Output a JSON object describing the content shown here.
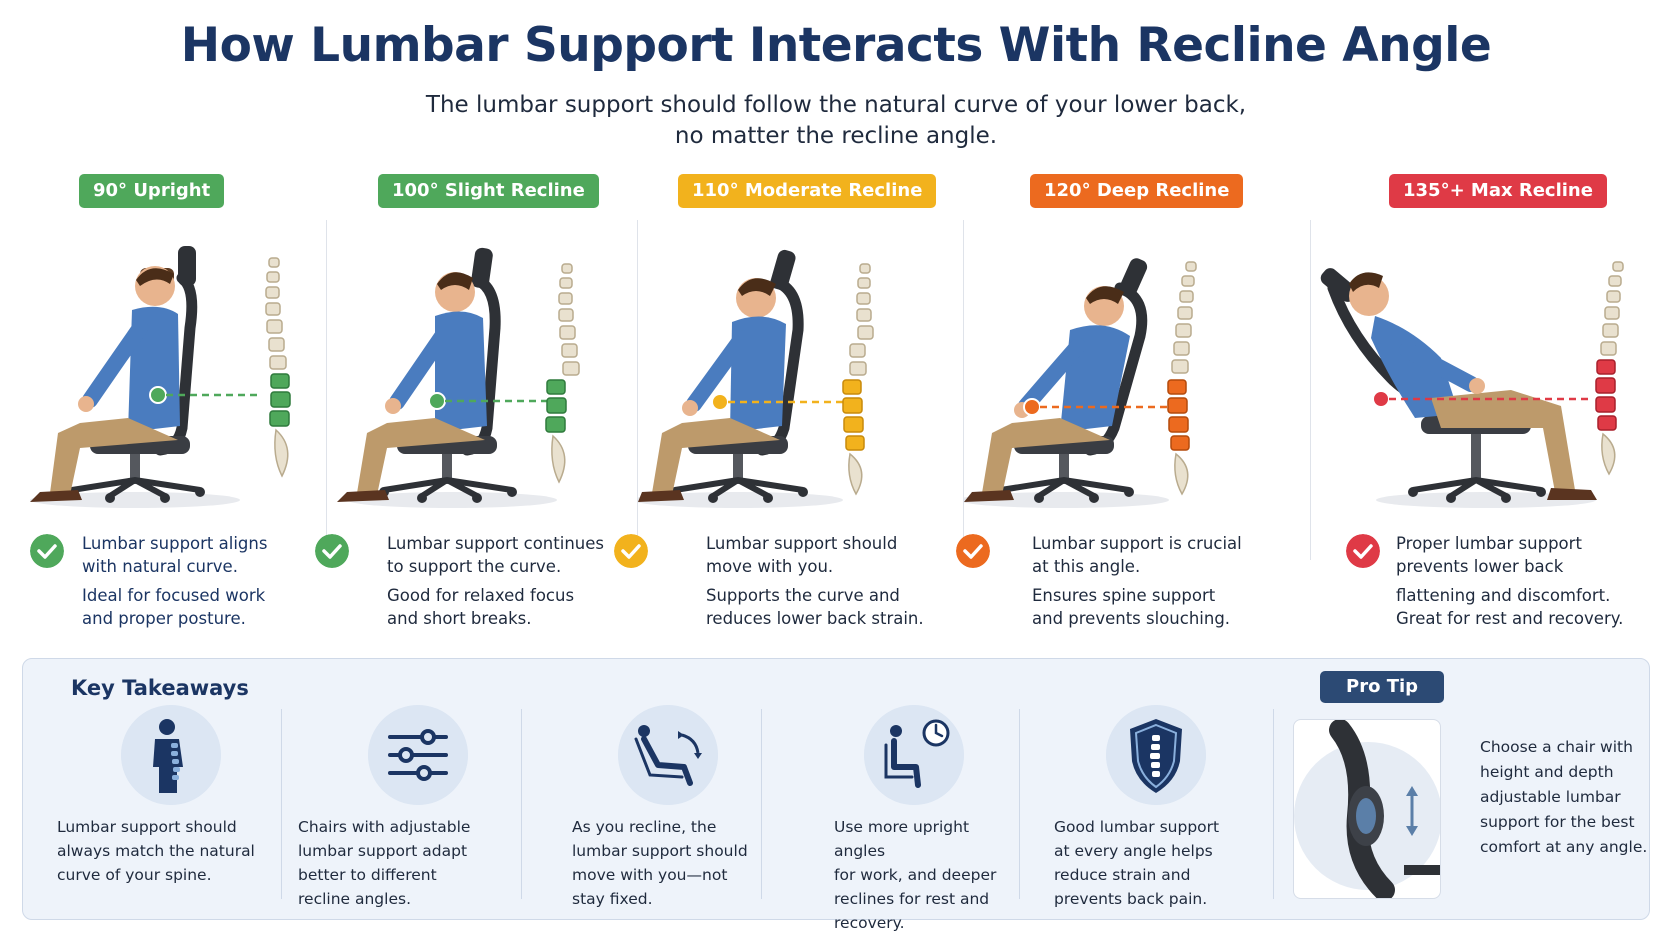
{
  "title": "How Lumbar Support Interacts With Recline Angle",
  "subtitle_line1": "The lumbar support should follow the natural curve of your lower back,",
  "subtitle_line2": "no matter the recline angle.",
  "colors": {
    "upright": "#4fa85b",
    "slight": "#4fa85b",
    "moderate": "#f2b21d",
    "deep": "#ec6a1f",
    "max": "#df3a46",
    "navy": "#1b3563"
  },
  "panels": [
    {
      "label": "90° Upright",
      "status_icon": "check-icon",
      "line1": "Lumbar support aligns",
      "line2": "with natural curve.",
      "line3": "Ideal for focused work",
      "line4": "and proper posture."
    },
    {
      "label": "100° Slight Recline",
      "status_icon": "check-icon",
      "line1": "Lumbar support continues",
      "line2": "to support the curve.",
      "line3": "Good for relaxed focus",
      "line4": "and short breaks."
    },
    {
      "label": "110° Moderate Recline",
      "status_icon": "check-icon",
      "line1": "Lumbar support should",
      "line2": "move with you.",
      "line3": "Supports the curve and",
      "line4": "reduces lower back strain."
    },
    {
      "label": "120° Deep Recline",
      "status_icon": "check-icon",
      "line1": "Lumbar support is crucial",
      "line2": "at this angle.",
      "line3": "Ensures spine support",
      "line4": "and prevents slouching."
    },
    {
      "label": "135°+ Max Recline",
      "status_icon": "check-icon",
      "line1": "Proper lumbar support",
      "line2": "prevents lower back",
      "line3": "flattening and discomfort.",
      "line4": "Great for rest and recovery."
    }
  ],
  "takeaways": {
    "title": "Key Takeaways",
    "items": [
      {
        "icon": "spine-person-icon",
        "lines": [
          "Lumbar support should",
          "always match the natural",
          "curve of your spine."
        ]
      },
      {
        "icon": "sliders-icon",
        "lines": [
          "Chairs with adjustable",
          "lumbar support adapt",
          "better to different",
          "recline angles."
        ]
      },
      {
        "icon": "recline-chair-icon",
        "lines": [
          "As you recline, the",
          "lumbar support should",
          "move with you—not",
          "stay fixed."
        ]
      },
      {
        "icon": "clock-person-icon",
        "lines": [
          "Use more upright angles",
          "for work, and deeper",
          "reclines for rest and",
          "recovery."
        ]
      },
      {
        "icon": "shield-spine-icon",
        "lines": [
          "Good lumbar support",
          "at every angle helps",
          "reduce strain and",
          "prevents back pain."
        ]
      }
    ],
    "pro_tip": {
      "label": "Pro Tip",
      "icon": "adjustable-lumbar-icon",
      "lines": [
        "Choose a chair with",
        "height and depth",
        "adjustable lumbar",
        "support for the best",
        "comfort at any angle."
      ]
    }
  }
}
